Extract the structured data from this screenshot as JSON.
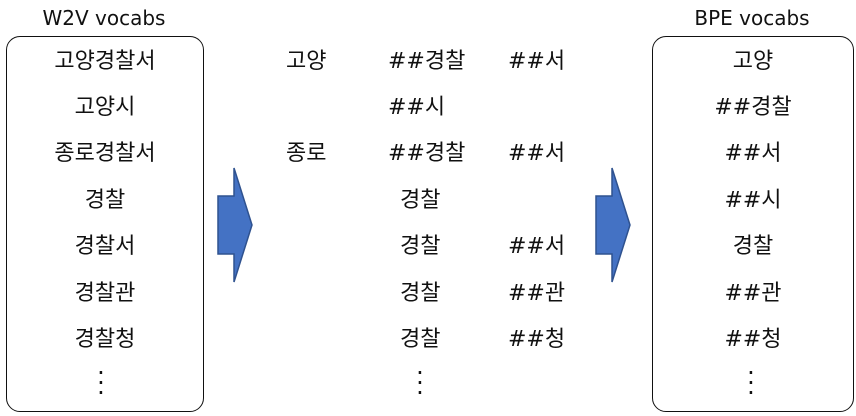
{
  "w2v": {
    "title": "W2V vocabs",
    "items": [
      "고양경찰서",
      "고양시",
      "종로경찰서",
      "경찰",
      "경찰서",
      "경찰관",
      "경찰청"
    ],
    "ellipsis": "⋮"
  },
  "split": {
    "rows": [
      [
        "고양",
        "##경찰",
        "##서"
      ],
      [
        "",
        "##시",
        ""
      ],
      [
        "종로",
        "##경찰",
        "##서"
      ],
      [
        "",
        "경찰",
        ""
      ],
      [
        "",
        "경찰",
        "##서"
      ],
      [
        "",
        "경찰",
        "##관"
      ],
      [
        "",
        "경찰",
        "##청"
      ]
    ],
    "ellipsis": "⋮"
  },
  "bpe": {
    "title": "BPE vocabs",
    "items": [
      "고양",
      "##경찰",
      "##서",
      "##시",
      "경찰",
      "##관",
      "##청"
    ],
    "ellipsis": "⋮"
  },
  "colors": {
    "arrow": "#4472c4",
    "arrow_border": "#2f528f"
  }
}
